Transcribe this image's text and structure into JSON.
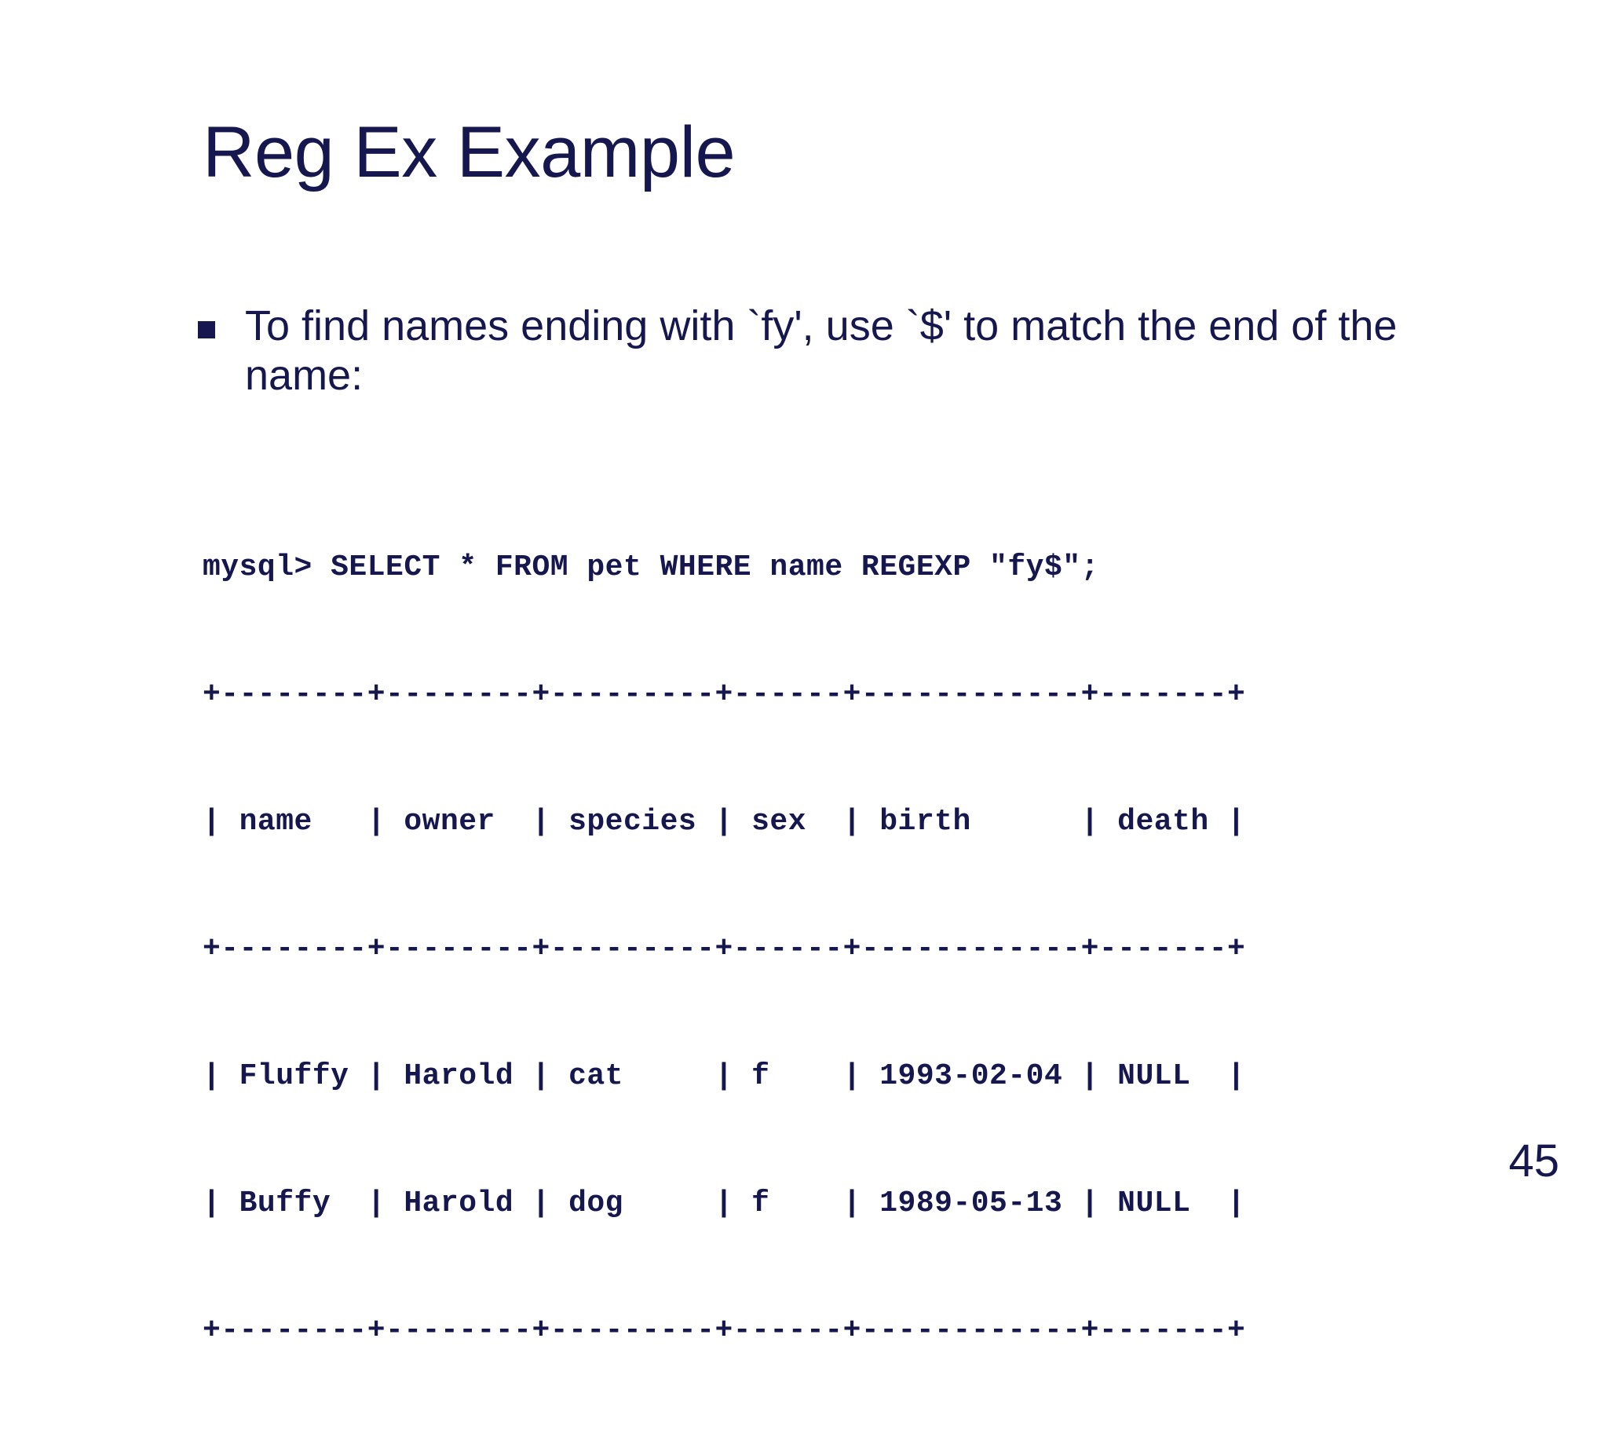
{
  "slide": {
    "title": "Reg Ex Example",
    "page_number": "45",
    "accent_color": "#17174f",
    "background_color": "#ffffff"
  },
  "bullets": [
    {
      "marker": "square-bullet",
      "text": "To find names ending with `fy', use `$' to match the end of the name:"
    }
  ],
  "console": {
    "prompt_line": "mysql> SELECT * FROM pet WHERE name REGEXP \"fy$\";",
    "lines": [
      "mysql> SELECT * FROM pet WHERE name REGEXP \"fy$\";",
      "+--------+--------+---------+------+------------+-------+",
      "| name   | owner  | species | sex  | birth      | death |",
      "+--------+--------+---------+------+------------+-------+",
      "| Fluffy | Harold | cat     | f    | 1993-02-04 | NULL  |",
      "| Buffy  | Harold | dog     | f    | 1989-05-13 | NULL  |",
      "+--------+--------+---------+------+------------+-------+"
    ],
    "result_table": {
      "columns": [
        "name",
        "owner",
        "species",
        "sex",
        "birth",
        "death"
      ],
      "rows": [
        [
          "Fluffy",
          "Harold",
          "cat",
          "f",
          "1993-02-04",
          "NULL"
        ],
        [
          "Buffy",
          "Harold",
          "dog",
          "f",
          "1989-05-13",
          "NULL"
        ]
      ]
    }
  }
}
